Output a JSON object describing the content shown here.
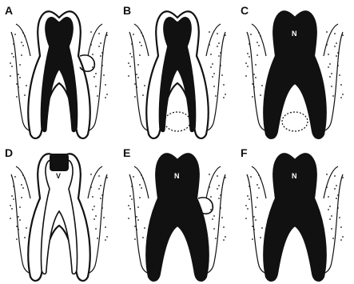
{
  "figure": {
    "panels": [
      {
        "letter": "A",
        "pulp_label": "",
        "state": "vital-crown-defect-lateral-lesion"
      },
      {
        "letter": "B",
        "pulp_label": "",
        "state": "vital-apical-lesion"
      },
      {
        "letter": "C",
        "pulp_label": "N",
        "state": "necrotic-apical-radiolucency"
      },
      {
        "letter": "D",
        "pulp_label": "V",
        "state": "vital-crown-restored"
      },
      {
        "letter": "E",
        "pulp_label": "N",
        "state": "necrotic-lateral-defect"
      },
      {
        "letter": "F",
        "pulp_label": "N",
        "state": "necrotic-bone-loss"
      }
    ],
    "colors": {
      "ink": "#111111",
      "paper": "#ffffff"
    }
  }
}
